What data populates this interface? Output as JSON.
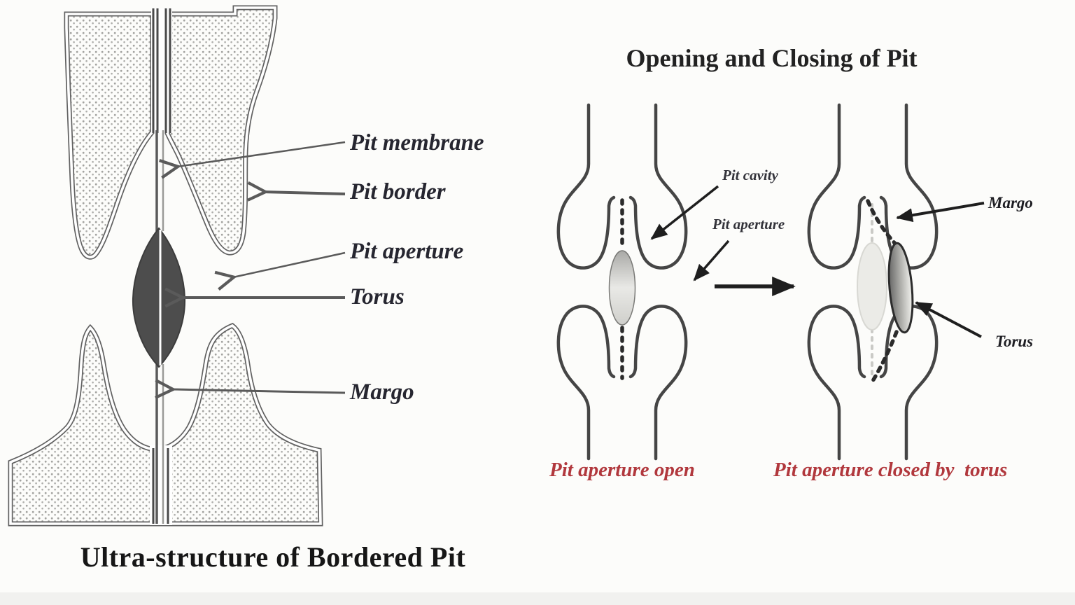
{
  "figure": {
    "left_panel": {
      "title": "Ultra-structure of Bordered Pit",
      "labels": {
        "pit_membrane": "Pit membrane",
        "pit_border": "Pit border",
        "pit_aperture": "Pit aperture",
        "torus": "Torus",
        "margo": "Margo"
      }
    },
    "right_panel": {
      "title": "Opening and Closing of Pit",
      "labels": {
        "pit_cavity": "Pit cavity",
        "pit_aperture": "Pit aperture",
        "margo": "Margo",
        "torus": "Torus"
      },
      "captions": {
        "open": "Pit aperture open",
        "closed": "Pit aperture closed by  torus"
      }
    },
    "colors": {
      "caption_red": "#b1383d",
      "ink": "#2b2b2b",
      "leader_gray": "#5a5a5a",
      "wall_gray": "#454545",
      "torus_dark_fill": "#4d4d4d",
      "background": "#fcfcfa"
    }
  }
}
